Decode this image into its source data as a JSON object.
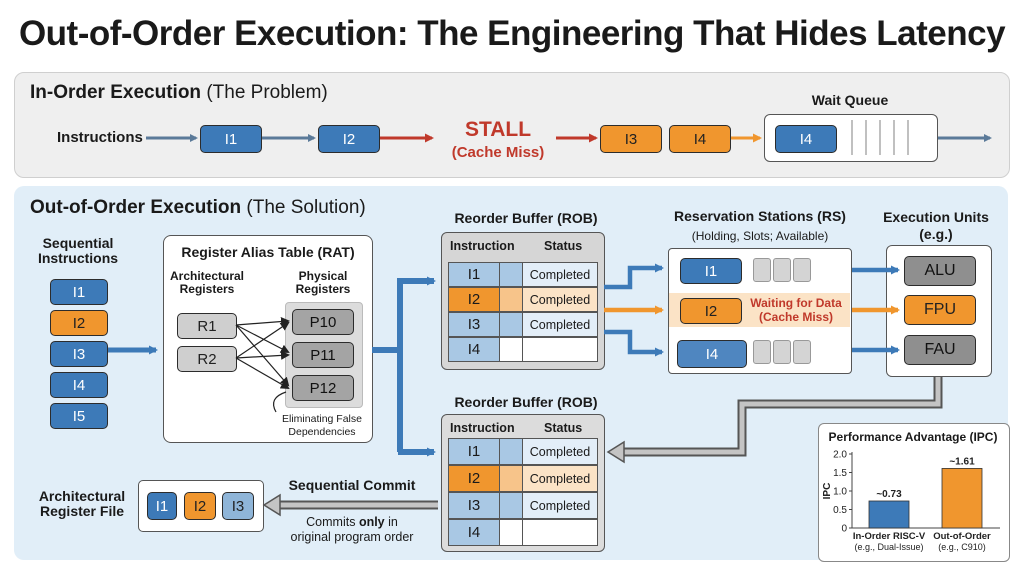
{
  "title": "Out-of-Order Execution: The Engineering That Hides Latency",
  "inorder": {
    "heading": "In-Order Execution",
    "heading_sub": "(The Problem)",
    "instructions_label": "Instructions",
    "i1": "I1",
    "i2": "I2",
    "stall": "STALL",
    "stall_sub": "(Cache Miss)",
    "i3": "I3",
    "i4": "I4",
    "wait_queue_label": "Wait Queue",
    "wait_item": "I4"
  },
  "ooo": {
    "heading": "Out-of-Order Execution",
    "heading_sub": "(The Solution)",
    "seq_label": "Sequential Instructions",
    "seq": [
      "I1",
      "I2",
      "I3",
      "I4",
      "I5"
    ],
    "rat": {
      "title": "Register Alias Table (RAT)",
      "arch_label": "Architectural Registers",
      "phys_label": "Physical Registers",
      "arch": [
        "R1",
        "R2"
      ],
      "phys": [
        "P10",
        "P11",
        "P12"
      ],
      "note": "Eliminating False Dependencies"
    },
    "rob_top": {
      "title": "Reorder Buffer (ROB)",
      "col_instruction": "Instruction",
      "col_status": "Status",
      "rows": [
        {
          "id": "I1",
          "status": "Completed"
        },
        {
          "id": "I2",
          "status": "Completed"
        },
        {
          "id": "I3",
          "status": "Completed"
        },
        {
          "id": "I4",
          "status": ""
        }
      ]
    },
    "rs": {
      "title": "Reservation Stations (RS)",
      "subtitle": "(Holding, Slots; Available)",
      "i1": "I1",
      "i2": "I2",
      "i4": "I4",
      "waiting": "Waiting for Data",
      "waiting_sub": "(Cache Miss)"
    },
    "exec": {
      "title": "Execution Units",
      "subtitle": "(e.g.)",
      "units": [
        "ALU",
        "FPU",
        "FAU"
      ]
    },
    "rob_bottom": {
      "title": "Reorder Buffer (ROB)",
      "col_instruction": "Instruction",
      "col_status": "Status",
      "rows": [
        {
          "id": "I1",
          "status": "Completed"
        },
        {
          "id": "I2",
          "status": "Completed"
        },
        {
          "id": "I3",
          "status": "Completed"
        },
        {
          "id": "I4",
          "status": ""
        }
      ]
    },
    "commit_label": "Sequential Commit",
    "commit_note_pre": "Commits ",
    "commit_note_bold": "only",
    "commit_note_post": " in",
    "commit_note_line2": "original program order",
    "arf_label": "Architectural Register File",
    "arf": [
      "I1",
      "I2",
      "I3"
    ]
  },
  "chart_data": {
    "type": "bar",
    "title": "Performance Advantage (IPC)",
    "ylabel": "IPC",
    "ylim": [
      0,
      2.0
    ],
    "yticks": [
      "0",
      "0.5",
      "1.0",
      "1.5",
      "2.0"
    ],
    "categories": [
      "In-Order RISC-V",
      "Out-of-Order"
    ],
    "category_subs": [
      "(e.g., Dual-Issue)",
      "(e.g., C910)"
    ],
    "values": [
      0.73,
      1.61
    ],
    "value_labels": [
      "~0.73",
      "~1.61"
    ],
    "colors": [
      "#3d7ab8",
      "#f0962e"
    ]
  }
}
